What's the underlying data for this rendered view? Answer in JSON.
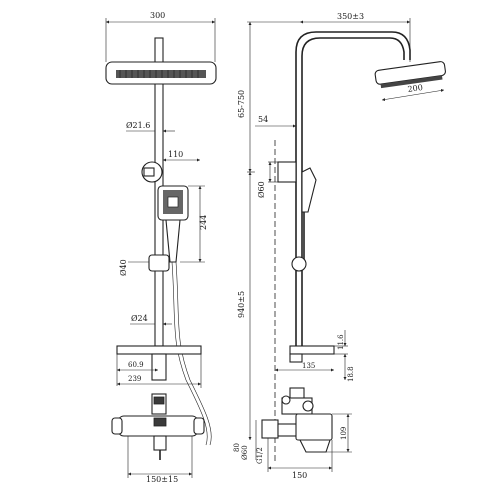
{
  "front_view": {
    "width_top": "300",
    "rail_diameter": "Ø21.6",
    "offset_holder": "110",
    "handshower_height": "244",
    "slider_diameter": "Ø40",
    "pipe_diameter": "Ø24",
    "shelf_width": "239",
    "shelf_offset": "60.9",
    "inlet_spacing": "150±15"
  },
  "side_view": {
    "arm_reach": "350±3",
    "head_diameter": "200",
    "height_adjust": "65-750",
    "wall_offset": "54",
    "holder_diameter": "Ø60",
    "total_height": "940±5",
    "shelf_thickness": "11.6",
    "shelf_depth": "135",
    "shelf_gap": "18.8",
    "mixer_height": "109",
    "thread": "G1/2",
    "flange_diameter": "Ø60",
    "flange_depth": "80",
    "mixer_depth": "150"
  }
}
